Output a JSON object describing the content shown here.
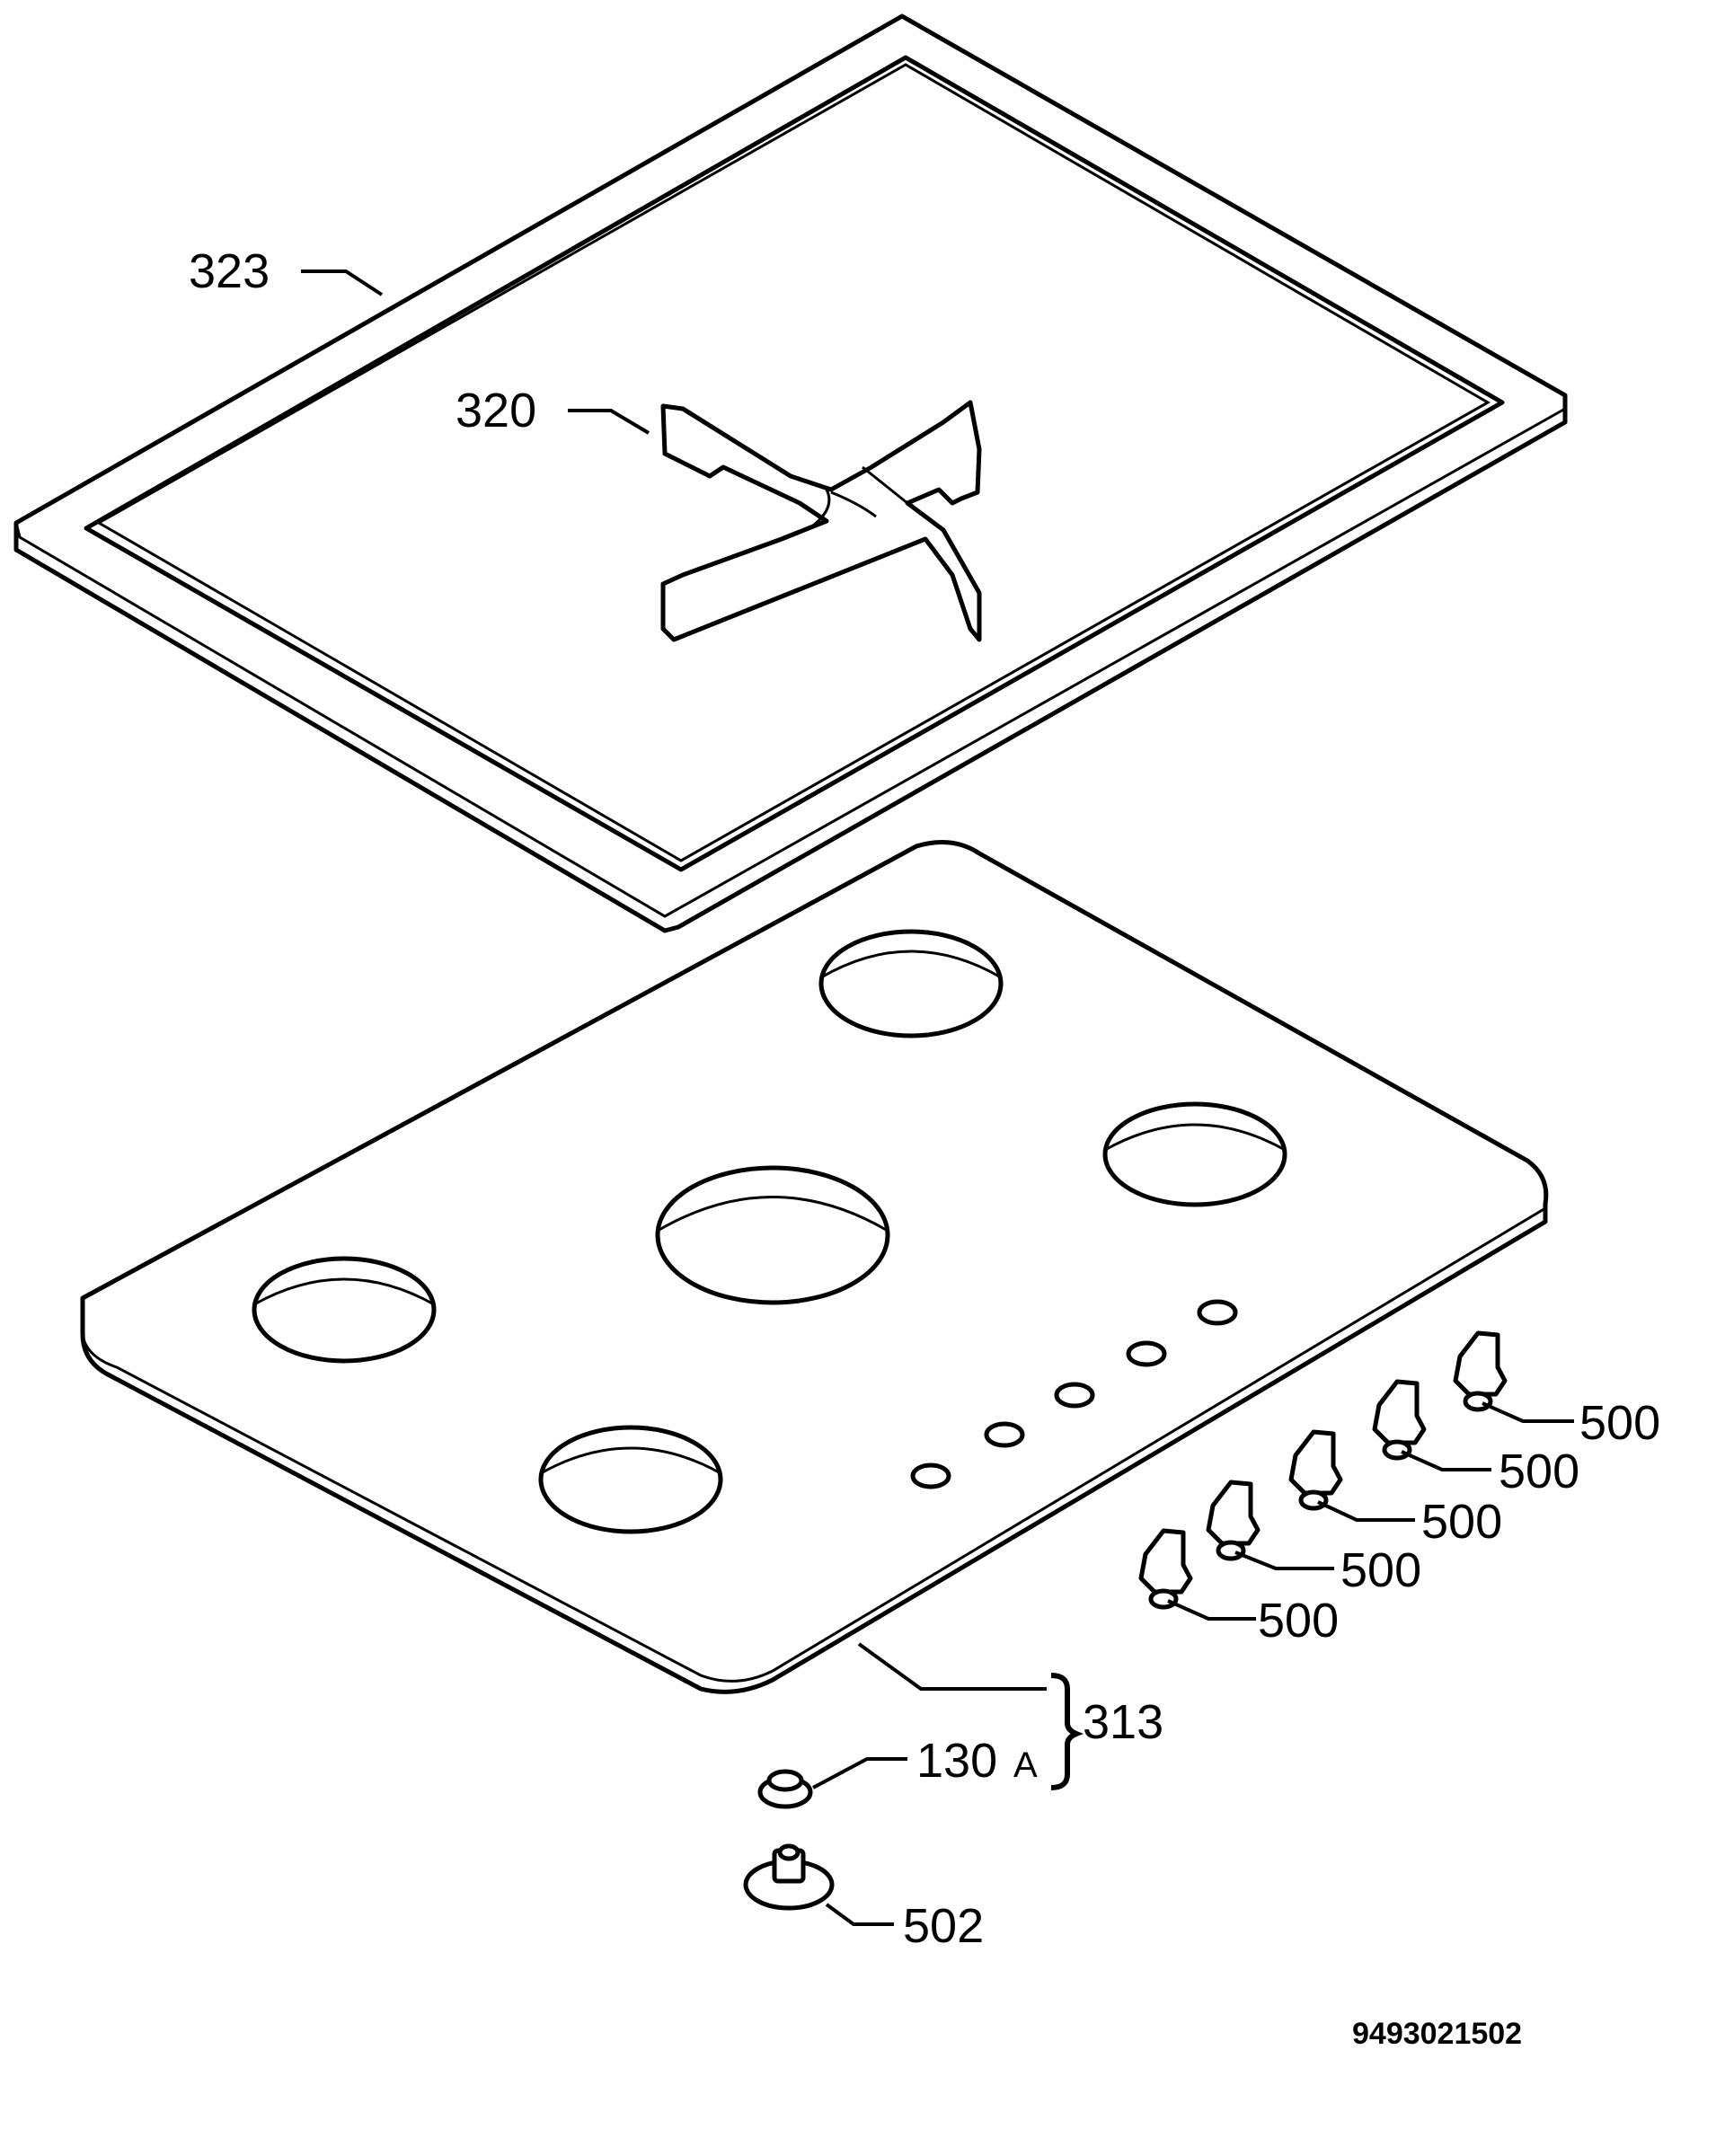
{
  "labels": {
    "frame": "323",
    "pan_support": "320",
    "hob_top": "313",
    "seal": "130",
    "seal_suffix": "A",
    "fixing": "502",
    "knob_1": "500",
    "knob_2": "500",
    "knob_3": "500",
    "knob_4": "500",
    "knob_5": "500"
  },
  "drawing_code": "9493021502"
}
